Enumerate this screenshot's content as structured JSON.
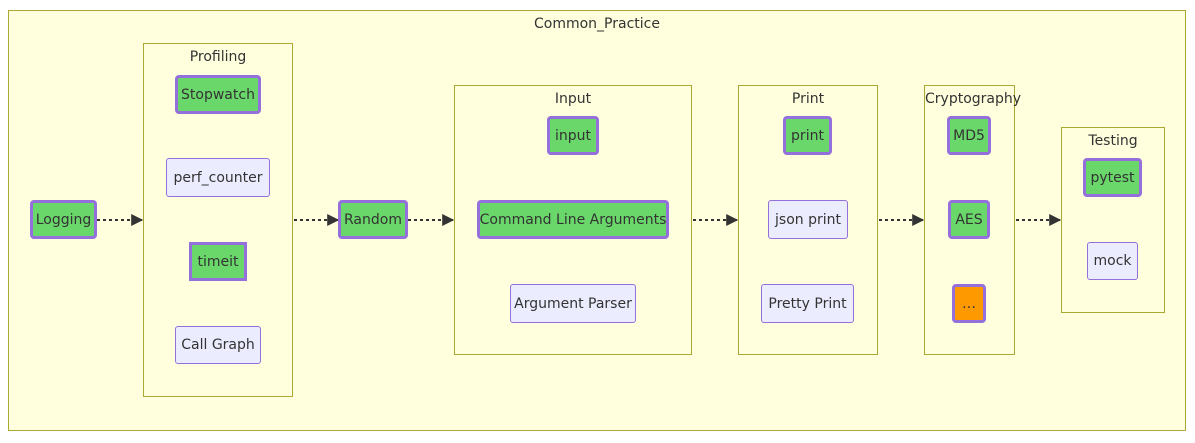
{
  "diagram": {
    "title": "Common_Practice",
    "groups": {
      "profiling": "Profiling",
      "input": "Input",
      "print": "Print",
      "cryptography": "Cryptography",
      "testing": "Testing"
    },
    "nodes": {
      "logging": "Logging",
      "stopwatch": "Stopwatch",
      "perf_counter": "perf_counter",
      "timeit": "timeit",
      "call_graph": "Call Graph",
      "random": "Random",
      "input": "input",
      "cli_args": "Command Line Arguments",
      "arg_parser": "Argument Parser",
      "print": "print",
      "json_print": "json print",
      "pretty_print": "Pretty Print",
      "md5": "MD5",
      "aes": "AES",
      "ellipsis": "…",
      "pytest": "pytest",
      "mock": "mock"
    },
    "colors": {
      "highlight_fill": "#6ad76a",
      "node_fill": "#ececff",
      "node_border": "#9370db",
      "cluster_fill": "#ffffde",
      "cluster_border": "#aaaa33",
      "orange_fill": "#ff9900"
    }
  }
}
